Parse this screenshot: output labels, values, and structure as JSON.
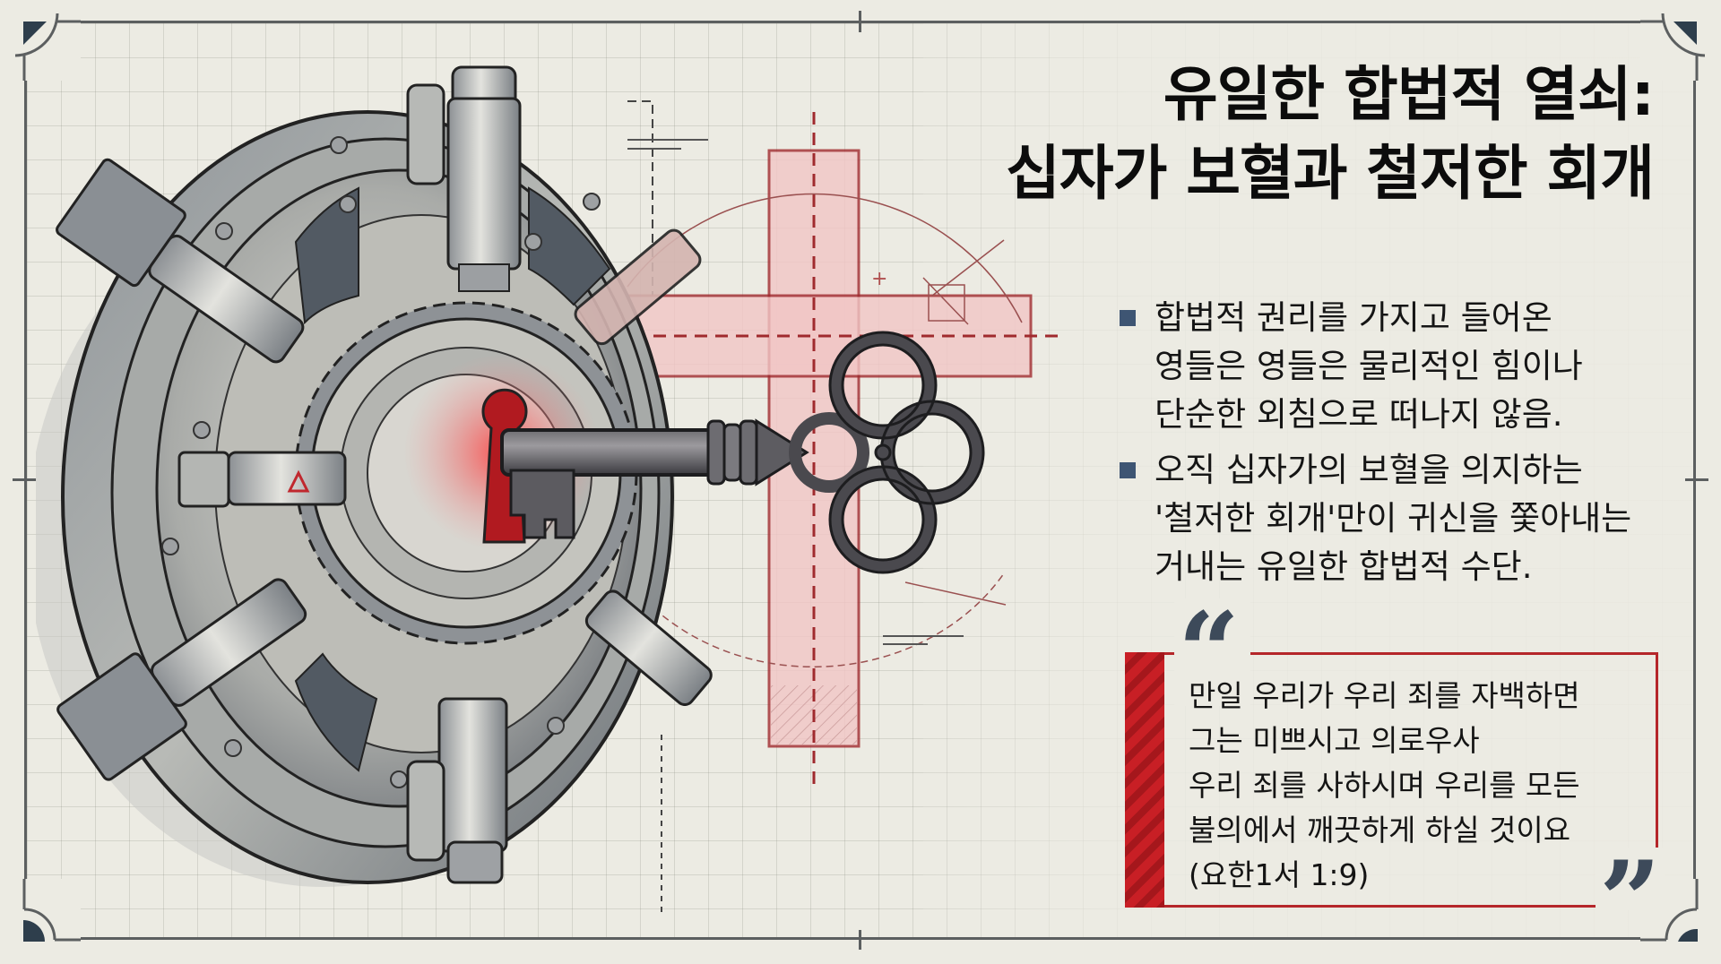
{
  "title": {
    "line1": "유일한 합법적 열쇠:",
    "line2": "십자가 보혈과 철저한 회개"
  },
  "bullets": [
    {
      "icon": "square-bullet-icon",
      "lines": [
        "합법적 권리를 가지고 들어온",
        "영들은 영들은 물리적인 힘이나",
        "단순한 외침으로 떠나지 않음."
      ]
    },
    {
      "icon": "square-bullet-icon",
      "lines": [
        "오직 십자가의 보혈을 의지하는",
        "'철저한 회개'만이 귀신을 쫓아내는",
        "거내는 유일한 합법적 수단."
      ]
    }
  ],
  "quote": {
    "open_mark": "“",
    "close_mark": "”",
    "lines": [
      "만일 우리가 우리 죄를 자백하면",
      "그는 미쁘시고 의로우사",
      "우리 죄를 사하시며 우리를 모든",
      "불의에서 깨끗하게 하실 것이요",
      "(요한1서 1:9)"
    ]
  },
  "illustration": {
    "subject": "vault-door-with-key",
    "elements": [
      "vault-door-icon",
      "gear-icon",
      "keyhole-icon",
      "skeleton-key-icon",
      "cross-icon",
      "warning-triangle-icon"
    ]
  },
  "colors": {
    "background": "#ecebe3",
    "frame": "#5c5f60",
    "accent_red": "#b5262a",
    "cross_fill": "#f0c4c4",
    "bullet_square": "#3e5573",
    "quote_marks": "#3d4a5a"
  }
}
